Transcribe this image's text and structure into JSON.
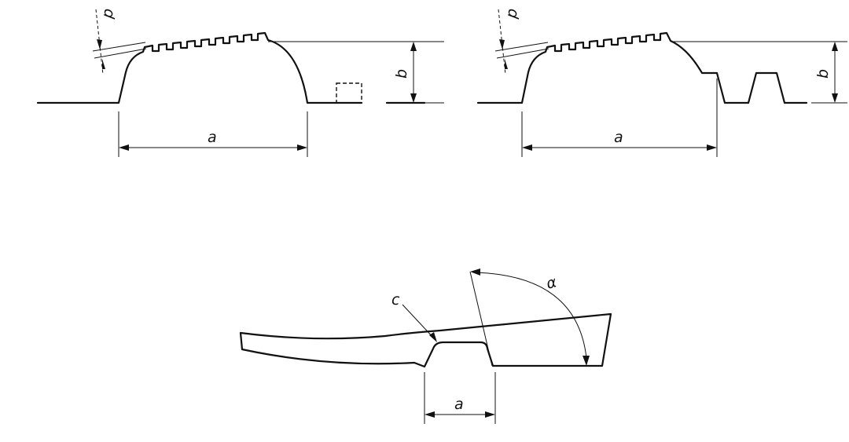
{
  "labels": {
    "p": "p",
    "a": "a",
    "b": "b",
    "c": "c",
    "alpha": "α"
  },
  "colors": {
    "stroke": "#111111",
    "background": "#ffffff"
  }
}
